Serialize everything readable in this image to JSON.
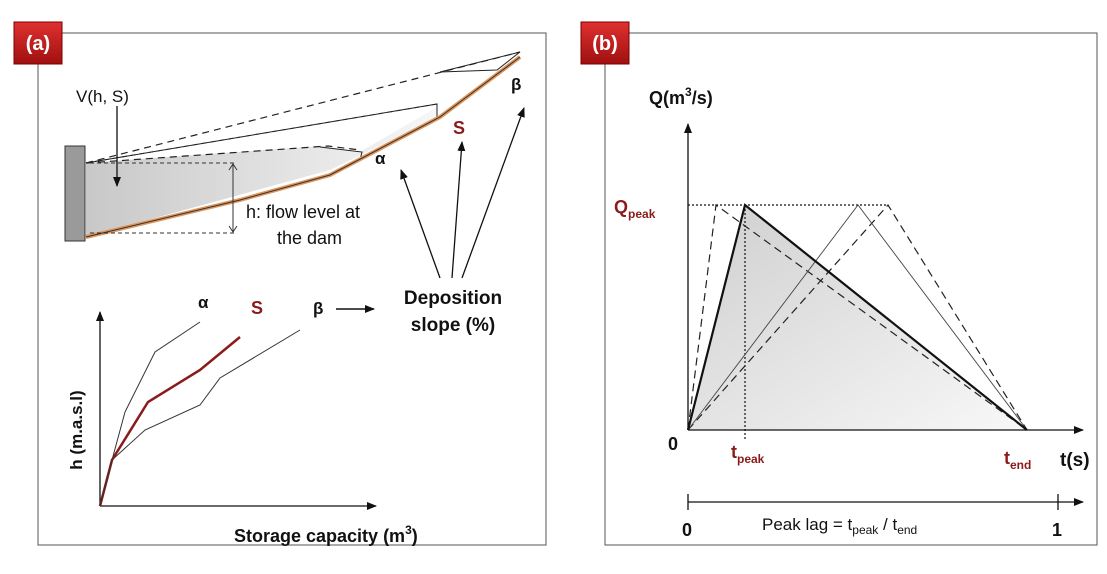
{
  "panel_a": {
    "badge": "(a)",
    "volume_label": "V(h, S)",
    "alpha": "α",
    "s": "S",
    "beta": "β",
    "flow_level_line1": "h: flow level at",
    "flow_level_line2": "the dam",
    "deposition_line1": "Deposition",
    "deposition_line2": "slope (%)",
    "y_axis_label": "h (m.a.s.l)",
    "x_axis_label": "Storage capacity (m",
    "x_axis_sup": "3",
    "x_axis_close": ")"
  },
  "panel_b": {
    "badge": "(b)",
    "y_axis_label": "Q(m",
    "y_axis_sup": "3",
    "y_axis_tail": "/s)",
    "qpeak_main": "Q",
    "qpeak_sub": "peak",
    "origin": "0",
    "tpeak_main": "t",
    "tpeak_sub": "peak",
    "tend_main": "t",
    "tend_sub": "end",
    "t_axis_label": "t(s)",
    "lag_zero": "0",
    "lag_one": "1",
    "lag_prefix": "Peak lag = t",
    "lag_sub1": "peak",
    "lag_mid": " / t",
    "lag_sub2": "end"
  },
  "colors": {
    "badge_red": "#c0191d",
    "accent_red": "#8b1a1a",
    "sediment_orange": "#e0955a"
  }
}
